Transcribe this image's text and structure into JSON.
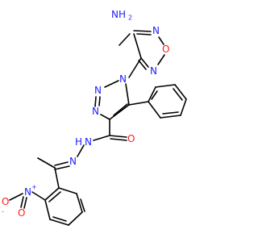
{
  "structure": {
    "labels": {
      "nh2": "NH",
      "nh2_sub": "2",
      "oxadiazole_n_top": "N",
      "oxadiazole_o": "O",
      "oxadiazole_n_bottom": "N",
      "triazole_n1": "N",
      "triazole_n2": "N",
      "triazole_n3": "N",
      "carbonyl_o": "O",
      "hydrazide_nh": "N",
      "hydrazide_h": "H",
      "imine_n": "N",
      "nitro_n": "N",
      "nitro_plus": "+",
      "nitro_o_left": "O",
      "nitro_o_minus": "-",
      "nitro_o_bottom": "O"
    },
    "colors": {
      "bond": "#000000",
      "nitrogen": "#2020ff",
      "oxygen": "#ff1a1a"
    }
  }
}
